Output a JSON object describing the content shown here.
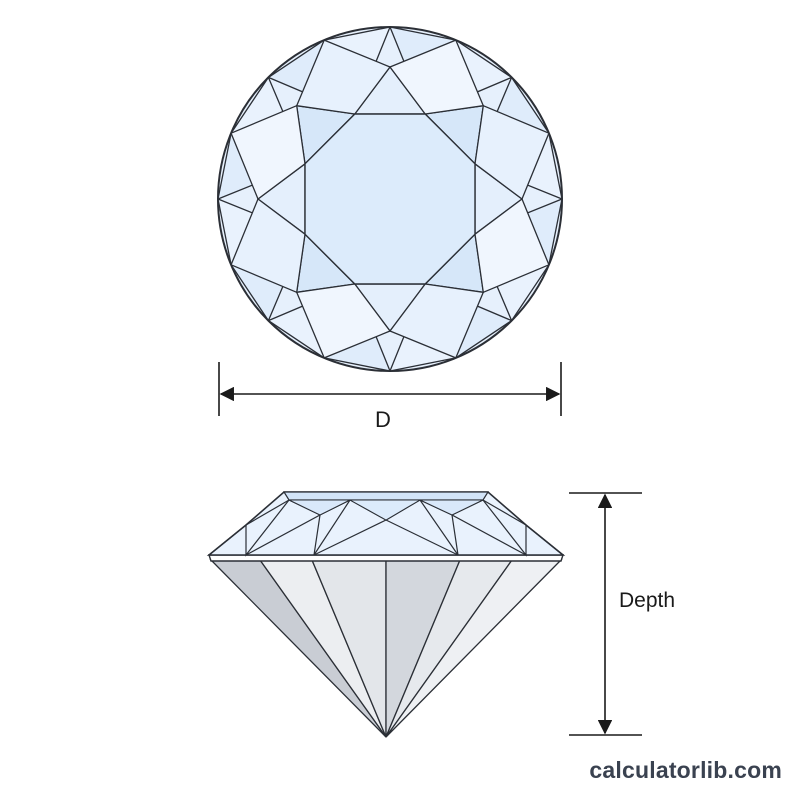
{
  "labels": {
    "diameter": "D",
    "depth": "Depth"
  },
  "watermark": "calculatorlib.com",
  "colors": {
    "outline": "#2b2f36",
    "table_face": "#dcebfb",
    "crown_facet": "#e9f2fd",
    "crown_facet_alt": "#d2e4f8",
    "pavilion_light": "#eef0f3",
    "pavilion_mid": "#dfe2e7",
    "pavilion_dark": "#c9cdd4",
    "dimension_line": "#1a1a1a"
  }
}
